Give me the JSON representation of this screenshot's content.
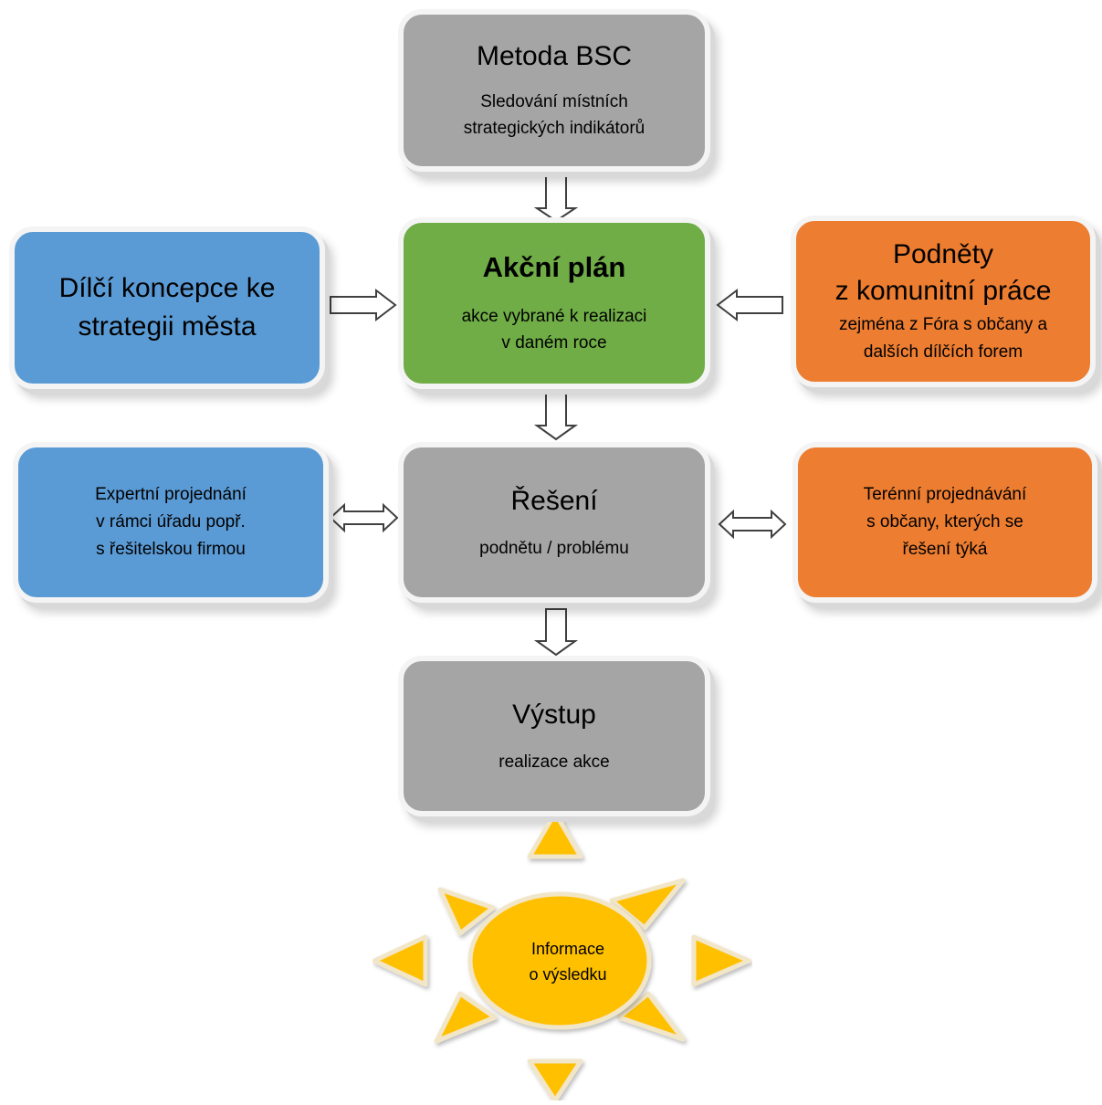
{
  "nodes": {
    "bsc": {
      "title": "Metoda BSC",
      "sub_line1": "Sledování místních",
      "sub_line2": "strategických indikátorů"
    },
    "plan": {
      "title": "Akční plán",
      "sub_line1": "akce vybrané k realizaci",
      "sub_line2": "v daném roce"
    },
    "koncepce": {
      "line1": "Dílčí koncepce ke",
      "line2": "strategii města"
    },
    "podnety": {
      "line1": "Podněty",
      "line2": "z komunitní práce",
      "sub_line1": "zejména z Fóra s občany a",
      "sub_line2": "dalších dílčích forem"
    },
    "reseni": {
      "title": "Řešení",
      "sub": "podnětu / problému"
    },
    "expert": {
      "line1": "Expertní projednání",
      "line2": "v rámci úřadu popř.",
      "line3": "s řešitelskou firmou"
    },
    "terenni": {
      "line1": "Terénní projednávání",
      "line2": "s občany, kterých se",
      "line3": "řešení týká"
    },
    "vystup": {
      "title": "Výstup",
      "sub": "realizace akce"
    },
    "informace": {
      "line1": "Informace",
      "line2": "o výsledku"
    }
  },
  "colors": {
    "gray": "#a5a5a5",
    "green": "#70ad47",
    "blue": "#5b9bd5",
    "orange": "#ed7d31",
    "sun": "#ffc000"
  }
}
